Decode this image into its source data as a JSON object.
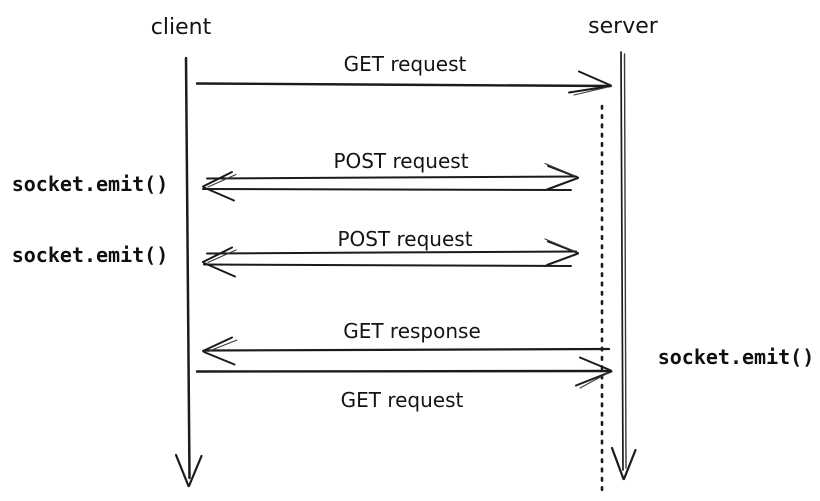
{
  "diagram": {
    "type": "sequence-diagram",
    "style": "hand-drawn",
    "colors": {
      "ink": "#1b1b1b",
      "background": "#ffffff"
    },
    "actors": [
      {
        "id": "client",
        "name": "client"
      },
      {
        "id": "server",
        "name": "server"
      }
    ],
    "messages": [
      {
        "label": "GET request",
        "from": "client",
        "to": "server",
        "arrow": "single-right"
      },
      {
        "label": "POST request",
        "from": "client",
        "to": "server",
        "arrow": "double-bidirectional",
        "annotation": "socket.emit()",
        "annotation_side": "left"
      },
      {
        "label": "POST request",
        "from": "client",
        "to": "server",
        "arrow": "double-bidirectional",
        "annotation": "socket.emit()",
        "annotation_side": "left"
      },
      {
        "label": "GET response",
        "from": "server",
        "to": "client",
        "arrow": "single-left"
      },
      {
        "label": "GET request",
        "from": "client",
        "to": "server",
        "arrow": "single-right",
        "annotation": "socket.emit()",
        "annotation_side": "right"
      }
    ]
  }
}
